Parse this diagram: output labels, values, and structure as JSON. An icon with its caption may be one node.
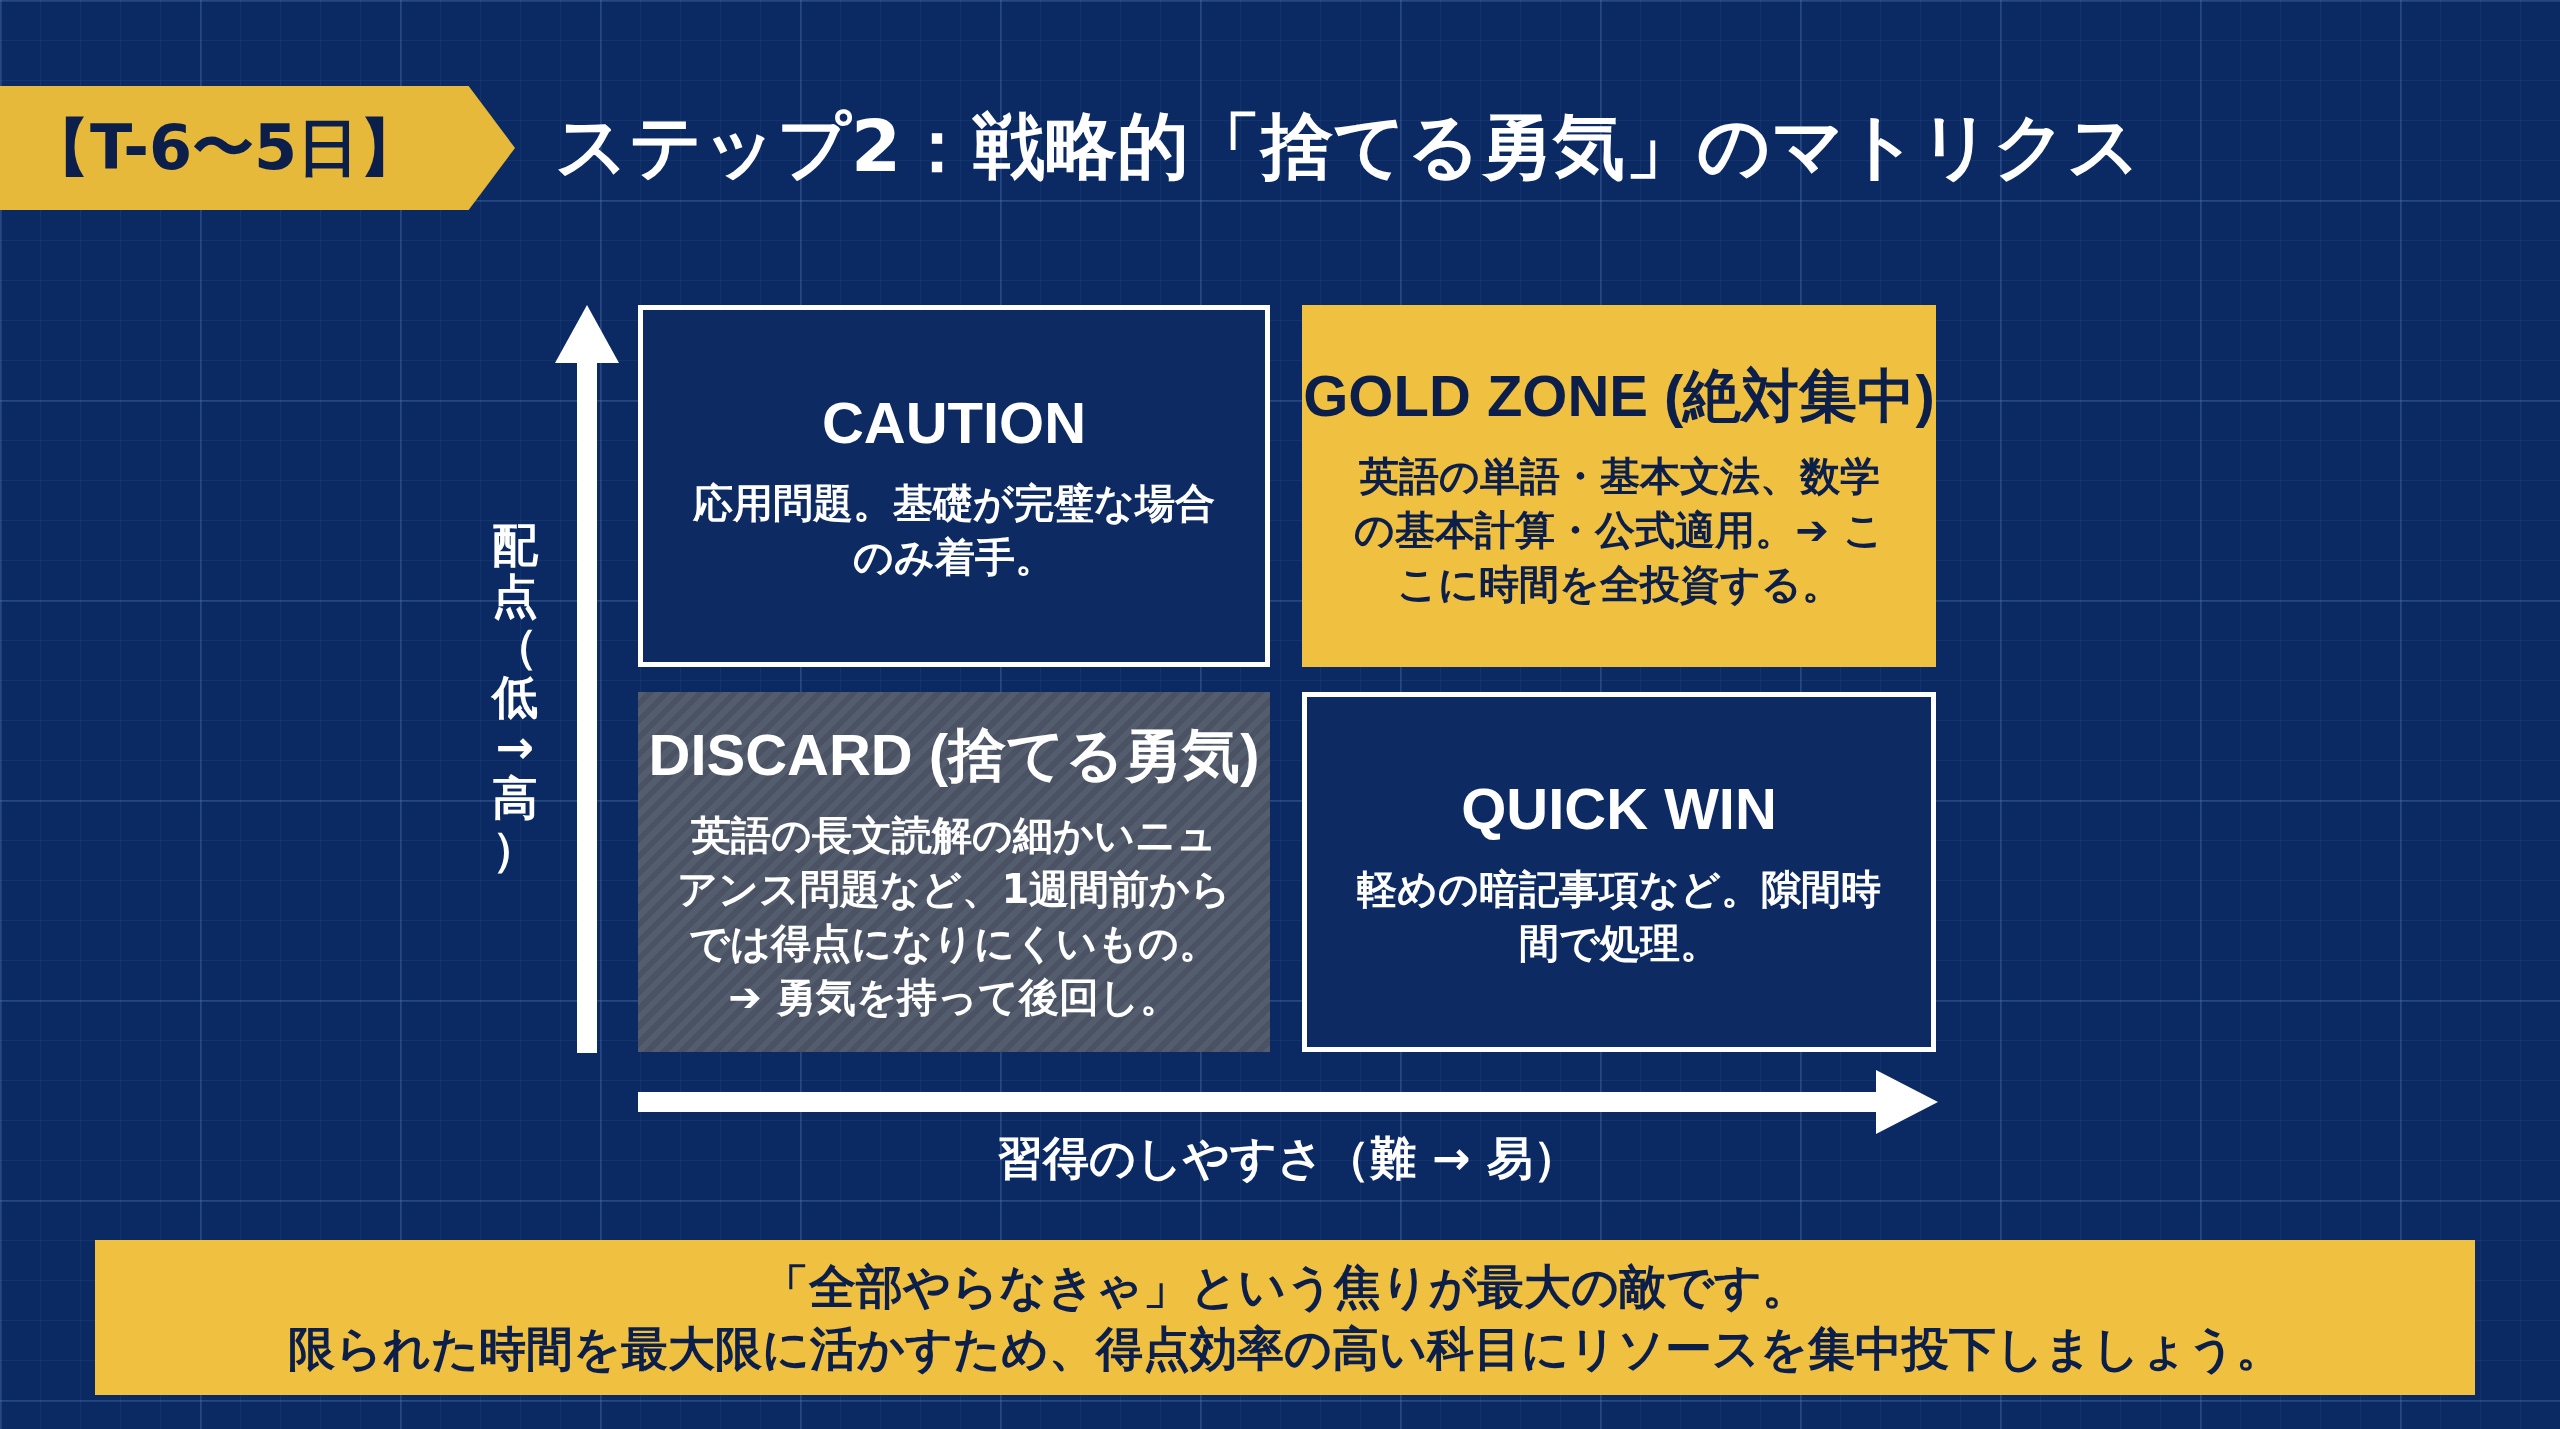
{
  "diagram": {
    "title": "ステップ2：戦略的「捨てる勇気」のマトリクス",
    "nodes": [
      {
        "text": [
          "【T-6〜5日】"
        ]
      },
      {
        "text": [
          "CAUTION",
          "応用問題。基礎が完璧な場合のみ着手。"
        ]
      },
      {
        "text": [
          "GOLD ZONE (絶対集中)",
          "英語の単語・基本文法、数学の基本計算・公式適用。➔ ここに時間を全投資する。"
        ]
      },
      {
        "text": [
          "DISCARD (捨てる勇気)",
          "英語の長文読解の細かいニュアンス問題など、1週間前からでは得点になりにくいもの。➔ 勇気を持って後回し。"
        ]
      },
      {
        "text": [
          "QUICK WIN",
          "軽めの暗記事項など。隙間時間で処理。"
        ]
      },
      {
        "text": [
          "「全部やらなきゃ」という焦りが最大の敵です。",
          "限られた時間を最大限に活かすため、得点効率の高い科目にリソースを集中投下しましょう。"
        ]
      }
    ],
    "edges": [],
    "labels": [
      "配点（低→高）",
      "習得のしやすさ（難 → 易）"
    ]
  }
}
